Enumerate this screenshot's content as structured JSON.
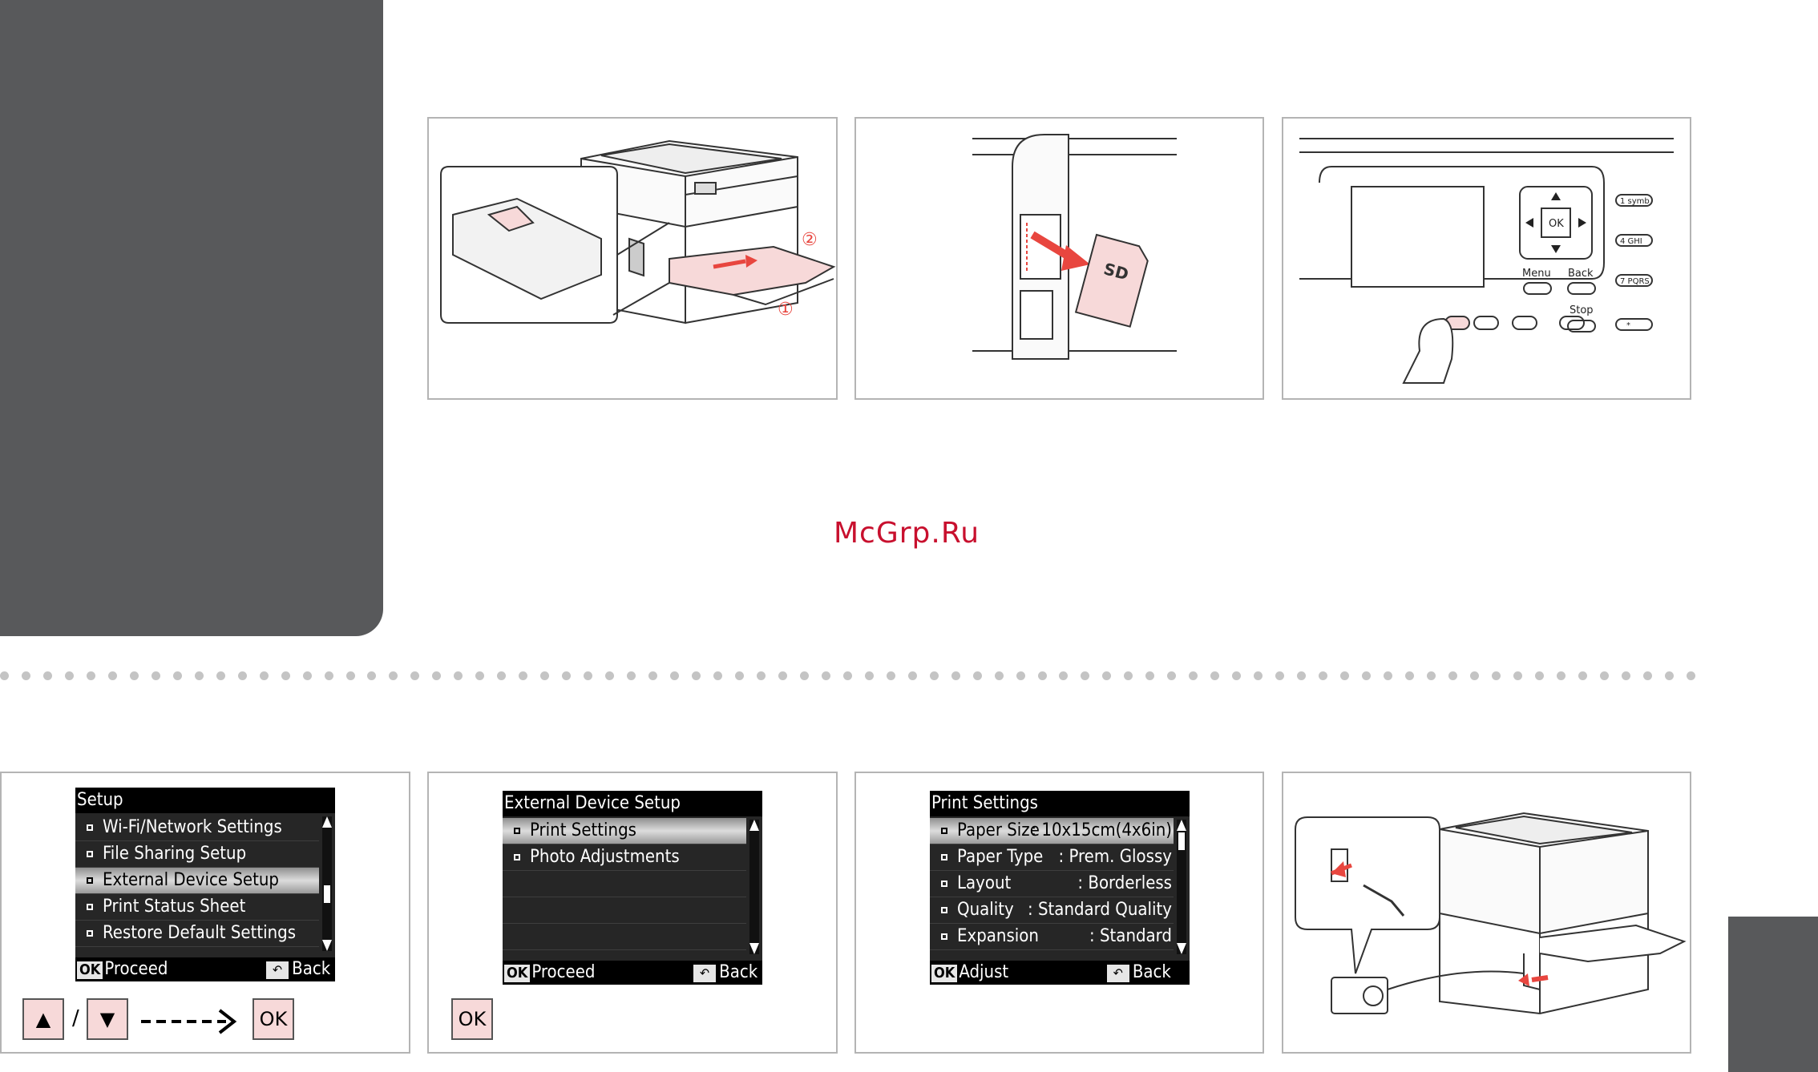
{
  "watermark": "McGrp.Ru",
  "steps": {
    "setup_menu": {
      "title": "Setup",
      "items": [
        "Wi-Fi/Network Settings",
        "File Sharing Setup",
        "External Device Setup",
        "Print Status Sheet",
        "Restore Default Settings"
      ],
      "selected_index": 2,
      "footer_ok": "OK",
      "footer_proceed": "Proceed",
      "footer_back": "Back",
      "keys": {
        "up": "▲",
        "down": "▼",
        "separator": "/",
        "ok": "OK"
      }
    },
    "external_device": {
      "title": "External Device Setup",
      "items": [
        "Print Settings",
        "Photo Adjustments"
      ],
      "selected_index": 0,
      "footer_ok": "OK",
      "footer_proceed": "Proceed",
      "footer_back": "Back",
      "key_ok": "OK"
    },
    "print_settings": {
      "title": "Print Settings",
      "rows": [
        {
          "label": "Paper Size",
          "value": ": 10x15cm(4x6in)"
        },
        {
          "label": "Paper Type",
          "value": ": Prem. Glossy"
        },
        {
          "label": "Layout",
          "value": ": Borderless"
        },
        {
          "label": "Quality",
          "value": ": Standard Quality"
        },
        {
          "label": "Expansion",
          "value": ": Standard"
        }
      ],
      "selected_index": 0,
      "footer_ok": "OK",
      "footer_adjust": "Adjust",
      "footer_back": "Back"
    }
  },
  "panel_illustration": {
    "ok": "OK",
    "menu": "Menu",
    "back": "Back",
    "stop": "Stop",
    "keys": [
      "1 symb",
      "4 GHI",
      "7 PQRS",
      "*"
    ]
  },
  "sd_card_label": "SD",
  "callouts": [
    "②",
    "①"
  ],
  "colors": {
    "accent": "#f7d9d9",
    "arrow": "#e8463f",
    "tab": "#58595b",
    "watermark": "#c8102e"
  }
}
